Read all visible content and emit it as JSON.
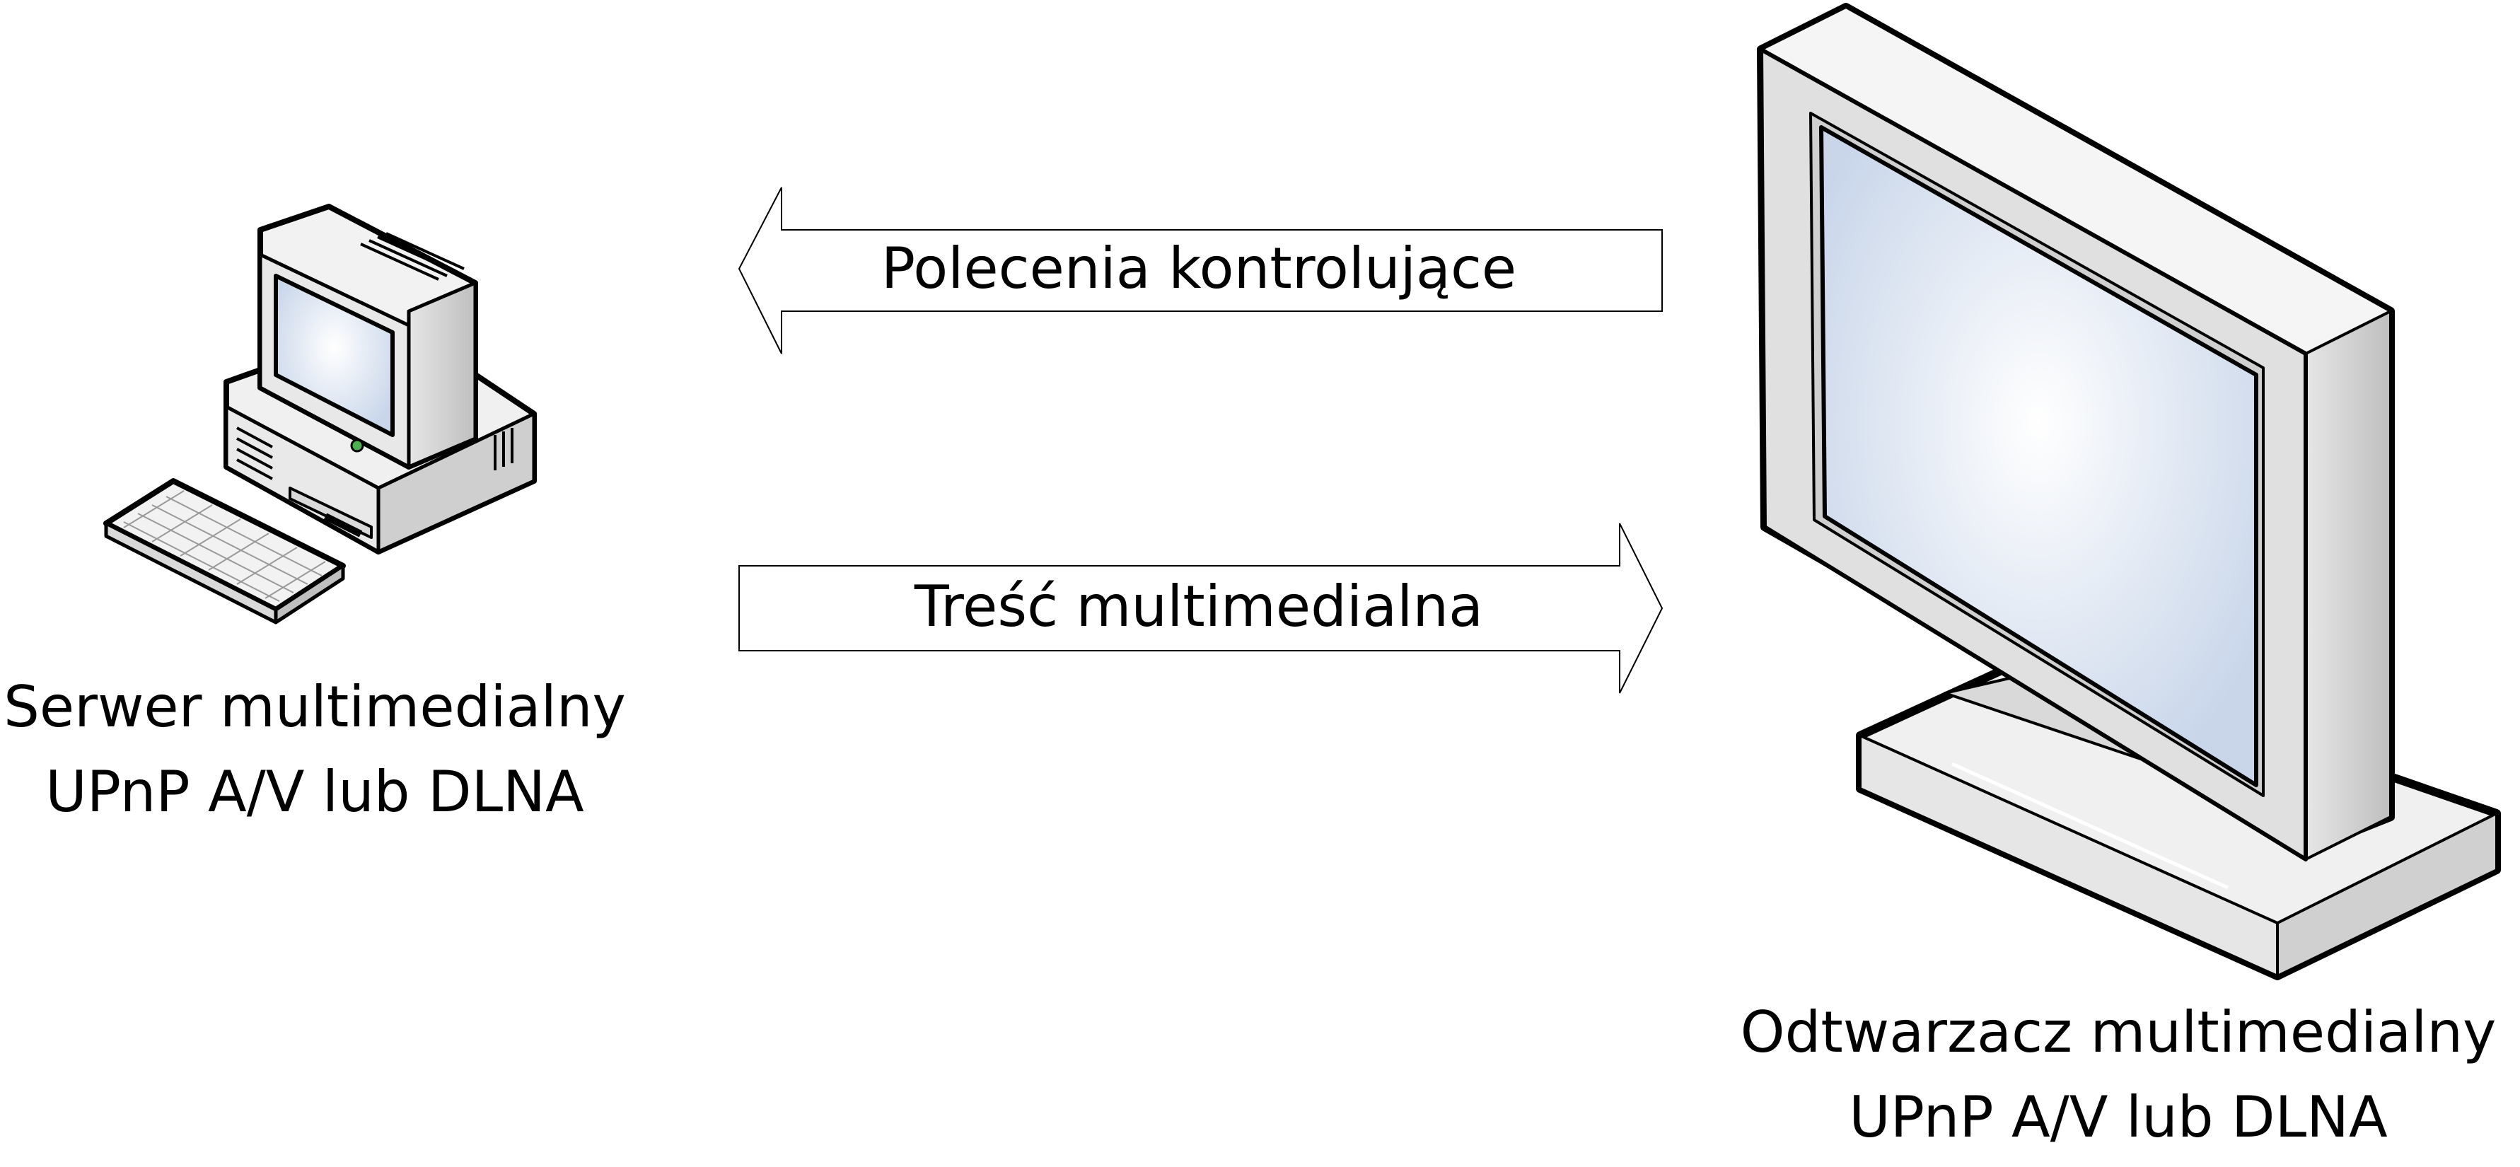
{
  "server": {
    "label_line1": "Serwer multimedialny",
    "label_line2": "UPnP A/V lub DLNA",
    "icon": "desktop-computer-icon"
  },
  "player": {
    "label_line1": "Odtwarzacz multimedialny",
    "label_line2": "UPnP A/V lub DLNA",
    "icon": "flat-screen-monitor-icon"
  },
  "arrows": {
    "commands": {
      "label": "Polecenia kontrolujące",
      "direction": "left"
    },
    "content": {
      "label": "Treść multimedialna",
      "direction": "right"
    }
  },
  "colors": {
    "outline": "#000000",
    "body_light": "#f2f2f2",
    "body_mid": "#d9d9d9",
    "body_dark": "#bfbfbf",
    "screen": "#dde6f2"
  }
}
